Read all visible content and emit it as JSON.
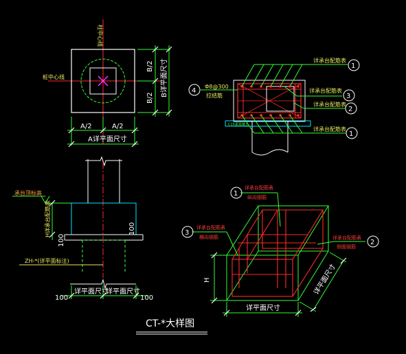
{
  "title": "CT-*大样图",
  "plan": {
    "col_center": "柱中心线",
    "pile_center": "桩中心线",
    "dim_a_half_1": "A/2",
    "dim_a_half_2": "A/2",
    "dim_a": "A详平面尺寸",
    "dim_b_half_1": "B/2",
    "dim_b_half_2": "B/2",
    "dim_b": "B详平面尺寸"
  },
  "rebar_section": {
    "callouts": [
      {
        "num": "1",
        "text": "详承台配筋表"
      },
      {
        "num": "3",
        "text": "详承台配筋表"
      },
      {
        "num": "2",
        "text": "详承台配筋表"
      },
      {
        "num": "1",
        "text": "详承台配筋表"
      }
    ],
    "left_callout": {
      "num": "4",
      "line1": "Φ8@300",
      "line2": "拉结筋"
    },
    "small_label": "C15素混凝土"
  },
  "elevation": {
    "cap_top_label": "承台顶标高",
    "height_label": "H详承台配筋表",
    "dim_100_left": "100",
    "dim_100_right": "100",
    "zh_label": "ZH-*(详平面标注)",
    "bottom_dim_1": "详平面尺寸",
    "bottom_dim_2": "详平面尺寸",
    "bottom_100_left": "100",
    "bottom_100_right": "100"
  },
  "iso": {
    "callout_1": {
      "num": "1",
      "line1": "详承台配筋表",
      "line2": "纵向钢筋"
    },
    "callout_3": {
      "num": "3",
      "line1": "详承台配筋表",
      "line2": "横向钢筋"
    },
    "callout_2": {
      "num": "2",
      "line1": "详承台配筋表",
      "line2": "侧面钢筋"
    },
    "h_label": "H",
    "dim_front": "详平面尺寸",
    "dim_side": "详平面尺寸"
  },
  "colors": {
    "background": "#000000",
    "outline": "#ffffff",
    "green": "#35ff35",
    "red": "#ff2a2a",
    "magenta": "#ff30ff",
    "cyan": "#00e5ff",
    "yellow": "#e8e860",
    "orange": "#ffa040"
  }
}
